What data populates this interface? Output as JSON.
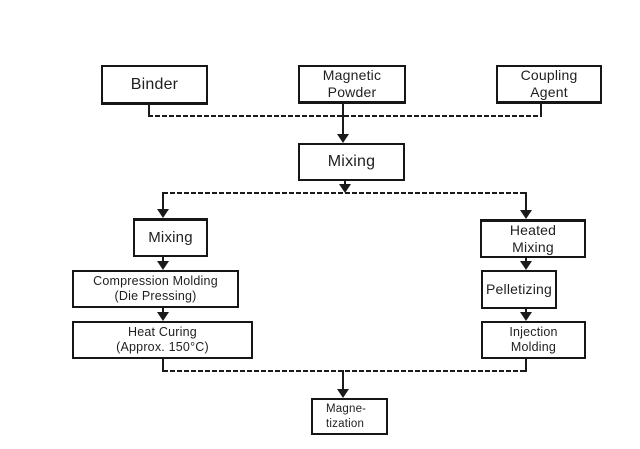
{
  "flowchart": {
    "description": "process flow diagram",
    "colors": {
      "background": "#ffffff",
      "line": "#1a1a1a",
      "box_border": "#161616",
      "text": "#1f1f1f"
    },
    "nodes": {
      "binder": {
        "label": "Binder"
      },
      "magnetic_powder": {
        "label": "Magnetic\nPowder"
      },
      "coupling_agent": {
        "label": "Coupling\nAgent"
      },
      "mixing_main": {
        "label": "Mixing"
      },
      "mixing_left": {
        "label": "Mixing"
      },
      "heated_mixing": {
        "label": "Heated\nMixing"
      },
      "compression_molding": {
        "label": "Compression Molding\n(Die Pressing)"
      },
      "pelletizing": {
        "label": "Pelletizing"
      },
      "heat_curing": {
        "label": "Heat Curing\n(Approx. 150°C)"
      },
      "injection_molding": {
        "label": "Injection\nMolding"
      },
      "magnetization": {
        "label": "Magne-\ntization"
      }
    }
  }
}
